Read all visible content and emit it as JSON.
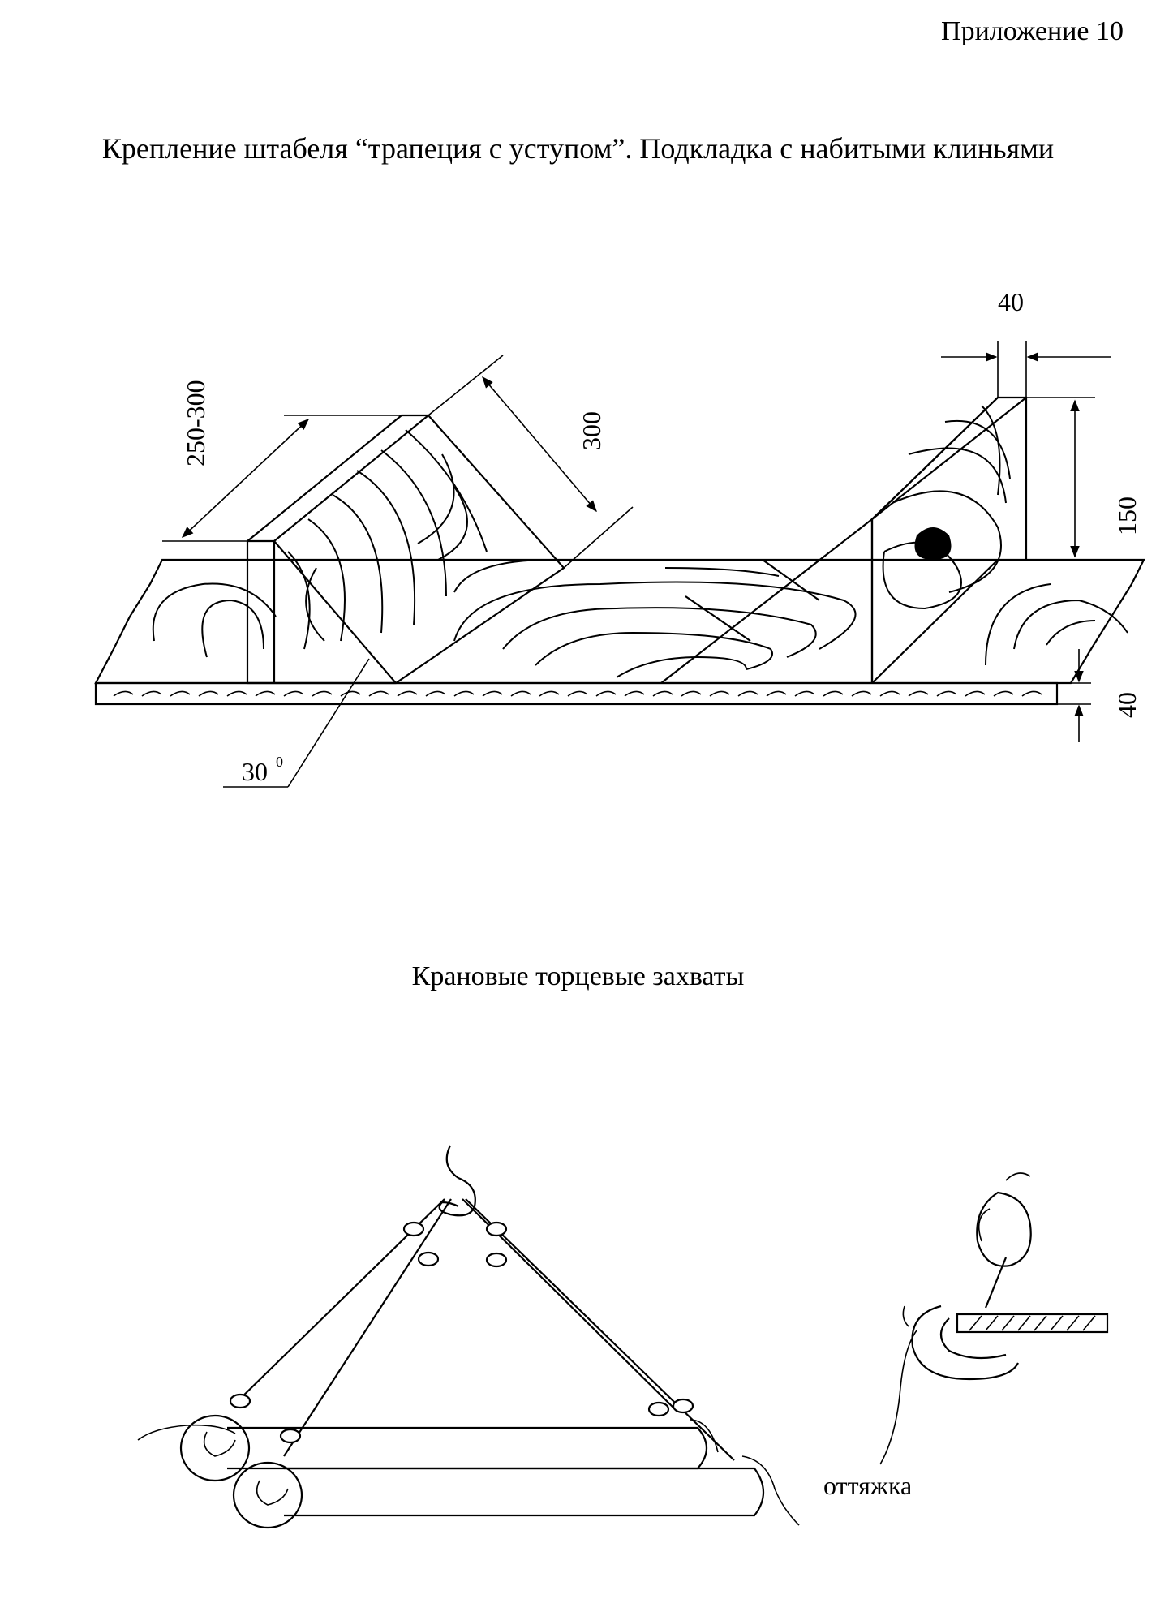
{
  "header": {
    "appendix": "Приложение 10"
  },
  "section1": {
    "title": "Крепление штабеля “трапеция с уступом”. Подкладка с набитыми клиньями",
    "dimensions": {
      "wedge_length": "250-300",
      "slope_length": "300",
      "top_width": "40",
      "height": "150",
      "base_thickness": "40",
      "angle": "30",
      "angle_unit": "0"
    }
  },
  "section2": {
    "title": "Крановые торцевые захваты",
    "label_guy": "оттяжка"
  }
}
